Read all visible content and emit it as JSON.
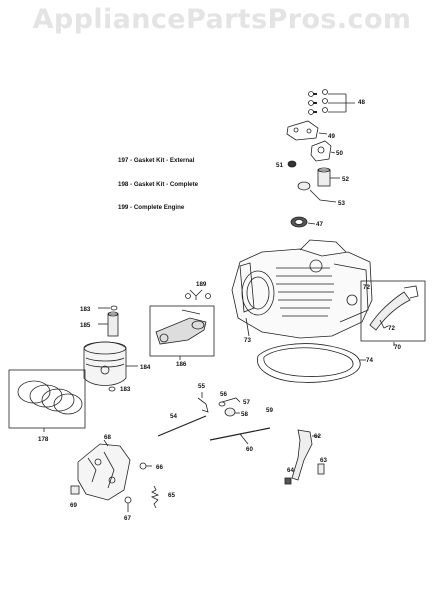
{
  "watermark": "AppliancePartsPros.com",
  "kit_notes": [
    "197 - Gasket Kit - External",
    "198 - Gasket Kit - Complete",
    "199 - Complete Engine"
  ],
  "callouts": [
    "48",
    "49",
    "50",
    "51",
    "52",
    "53",
    "47",
    "73",
    "72",
    "70",
    "74",
    "189",
    "183",
    "185",
    "184",
    "183",
    "186",
    "178",
    "68",
    "66",
    "69",
    "67",
    "65",
    "55",
    "56",
    "57",
    "58",
    "54",
    "59",
    "60",
    "62",
    "63",
    "64",
    "72"
  ]
}
